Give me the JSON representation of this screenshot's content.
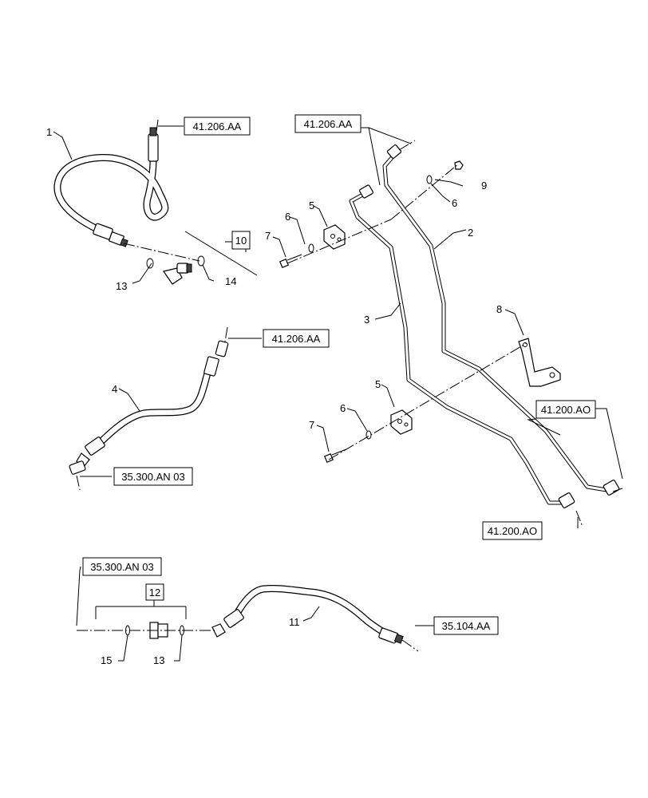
{
  "refs": {
    "r1": "41.206.AA",
    "r2": "41.206.AA",
    "r3": "41.206.AA",
    "r4": "35.300.AN 03",
    "r5": "41.200.AO",
    "r6": "41.200.AO",
    "r7": "35.300.AN 03",
    "r8": "35.104.AA"
  },
  "callouts": {
    "c1": "1",
    "c2": "2",
    "c3": "3",
    "c4": "4",
    "c5a": "5",
    "c5b": "5",
    "c6a": "6",
    "c6b": "6",
    "c6c": "6",
    "c7a": "7",
    "c7b": "7",
    "c8": "8",
    "c9": "9",
    "c10": "10",
    "c11": "11",
    "c12": "12",
    "c13a": "13",
    "c13b": "13",
    "c14": "14",
    "c15": "15"
  }
}
